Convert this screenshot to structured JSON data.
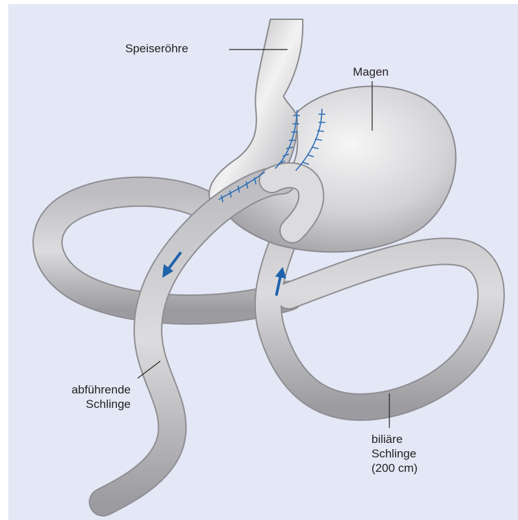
{
  "labels": {
    "esophagus": "Speiseröhre",
    "stomach": "Magen",
    "efferent_line1": "abführende",
    "efferent_line2": "Schlinge",
    "biliary_line1": "biliäre",
    "biliary_line2": "Schlinge",
    "biliary_line3": "(200 cm)"
  },
  "colors": {
    "background": "#e4e8f6",
    "organ_fill": "#c6c6c8",
    "organ_highlight": "#f4f4f4",
    "organ_outline": "#8b8b8f",
    "staples": "#2b6cb5",
    "arrows": "#1f63ad",
    "leader_lines": "#231f20"
  },
  "icons": {
    "flow_arrow_down": "arrow-down-left-icon",
    "flow_arrow_up": "arrow-up-icon"
  }
}
